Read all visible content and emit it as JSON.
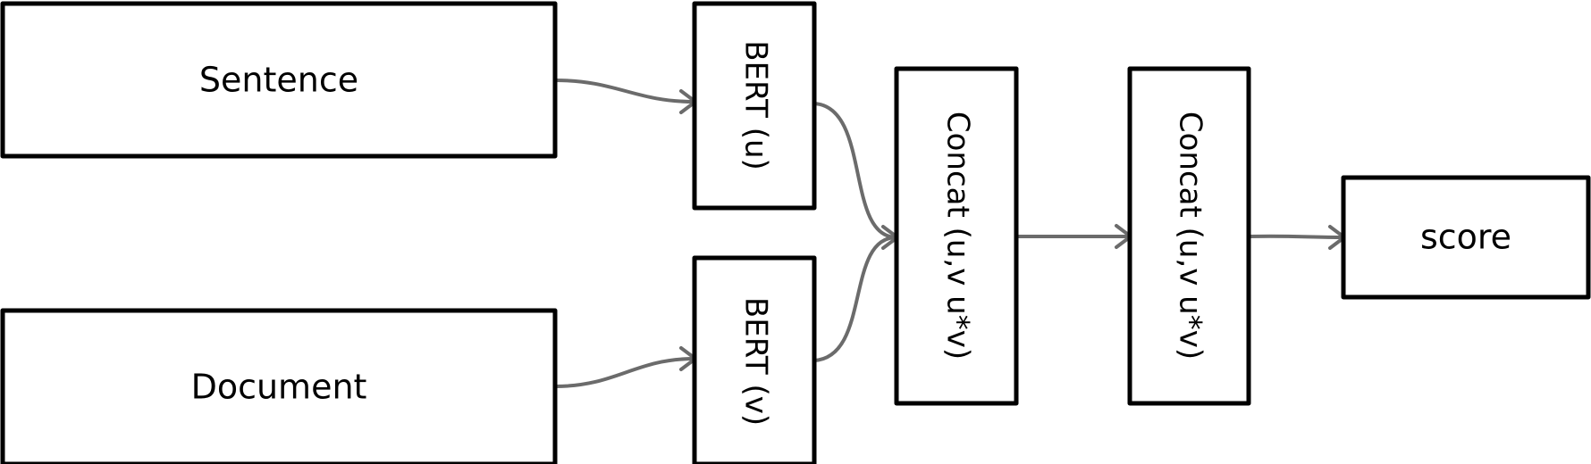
{
  "diagram": {
    "nodes": {
      "sentence": "Sentence",
      "document": "Document",
      "bert_u": "BERT (u)",
      "bert_v": "BERT (v)",
      "concat_1": "Concat (u,v u*v)",
      "concat_2": "Concat (u,v u*v)",
      "score": "score"
    },
    "edges": [
      {
        "from": "sentence",
        "to": "bert_u"
      },
      {
        "from": "document",
        "to": "bert_v"
      },
      {
        "from": "bert_u",
        "to": "concat_1"
      },
      {
        "from": "bert_v",
        "to": "concat_1"
      },
      {
        "from": "concat_1",
        "to": "concat_2"
      },
      {
        "from": "concat_2",
        "to": "score"
      }
    ],
    "colors": {
      "box_stroke": "#000000",
      "edge": "#6b6b6b",
      "background": "#ffffff"
    }
  }
}
